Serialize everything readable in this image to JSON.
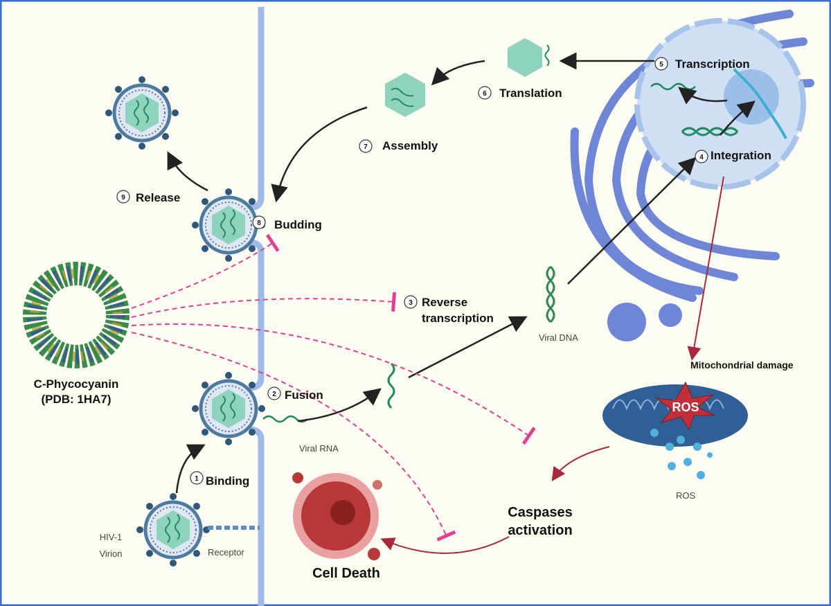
{
  "steps": [
    {
      "number": "1",
      "label": "Binding"
    },
    {
      "number": "2",
      "label": "Fusion"
    },
    {
      "number": "3",
      "label": "Reverse",
      "label2": "transcription"
    },
    {
      "number": "4",
      "label": "Integration"
    },
    {
      "number": "5",
      "label": "Transcription"
    },
    {
      "number": "6",
      "label": "Translation"
    },
    {
      "number": "7",
      "label": "Assembly"
    },
    {
      "number": "8",
      "label": "Budding"
    },
    {
      "number": "9",
      "label": "Release"
    }
  ],
  "labels": {
    "compound_line1": "C-Phycocyanin",
    "compound_line2": "(PDB: 1HA7)",
    "viral_rna": "Viral RNA",
    "viral_dna": "Viral DNA",
    "virion_line1": "HIV-1",
    "virion_line2": "Virion",
    "receptor": "Receptor",
    "cell_death": "Cell Death",
    "caspases_line1": "Caspases",
    "caspases_line2": "activation",
    "mito_damage": "Mitochondrial damage",
    "ros_star": "ROS",
    "ros": "ROS"
  },
  "colors": {
    "background": "#fdfcf2",
    "frame": "#3a6fd0",
    "membrane": "#9dbbe6",
    "er": "#6f86d6",
    "nucleus": "#cfe0f5",
    "capsid": "#8fd3be",
    "inhibition": "#e0408f",
    "death_arrow": "#a8283a",
    "mitochondrion": "#2f5f95",
    "ros_star": "#c0303a"
  }
}
